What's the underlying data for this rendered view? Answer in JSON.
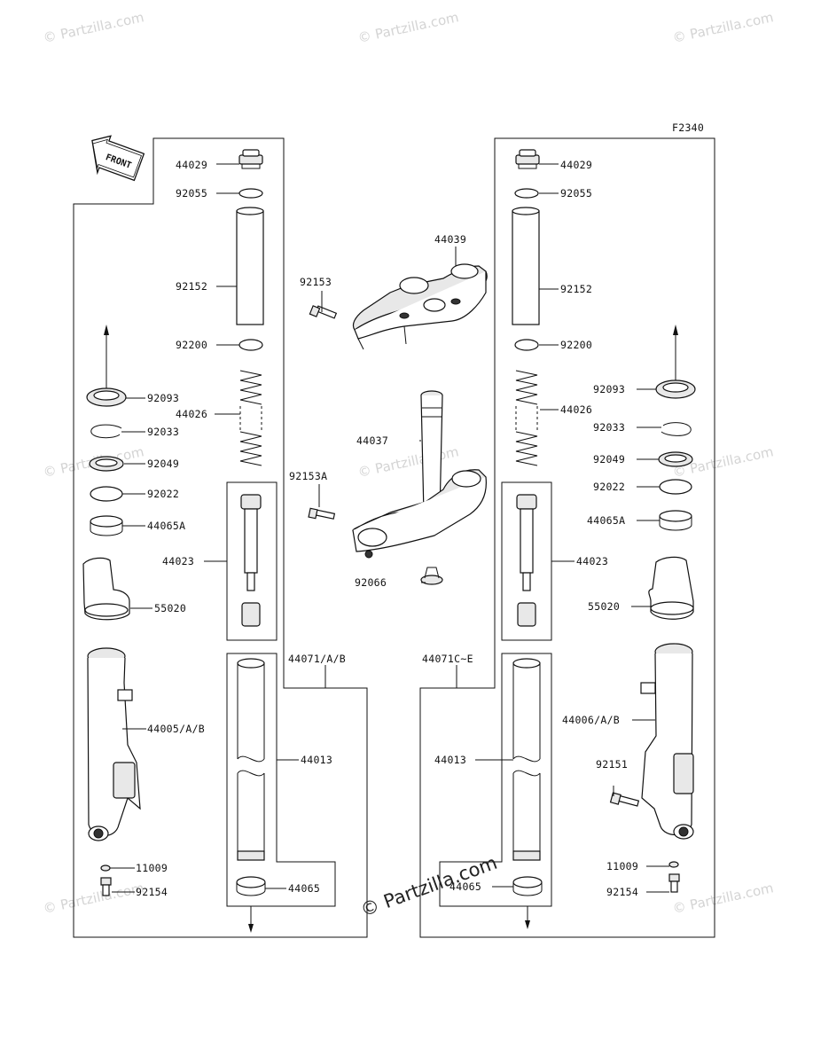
{
  "figure_code": "F2340",
  "front_label": "FRONT",
  "watermarks": [
    "© Partzilla.com",
    "© Partzilla.com",
    "© Partzilla.com",
    "© Partzilla.com",
    "© Partzilla.com",
    "© Partzilla.com",
    "© Partzilla.com",
    "© Partzilla.com"
  ],
  "center_watermark": "© Partzilla.com",
  "labels": {
    "l_44029": "44029",
    "l_92055": "92055",
    "l_92152": "92152",
    "l_92200": "92200",
    "l_92093": "92093",
    "l_44026": "44026",
    "l_92033": "92033",
    "l_92049": "92049",
    "l_92022": "92022",
    "l_44065A": "44065A",
    "l_44023": "44023",
    "l_55020": "55020",
    "l_44005": "44005/A/B",
    "l_11009": "11009",
    "l_92154": "92154",
    "l_44071": "44071/A/B",
    "l_44013": "44013",
    "l_44065": "44065",
    "c_92153": "92153",
    "c_44039": "44039",
    "c_44037": "44037",
    "c_92153A": "92153A",
    "c_92066": "92066",
    "r_44029": "44029",
    "r_92055": "92055",
    "r_92152": "92152",
    "r_92200": "92200",
    "r_92093": "92093",
    "r_44026": "44026",
    "r_92033": "92033",
    "r_92049": "92049",
    "r_92022": "92022",
    "r_44065A": "44065A",
    "r_44023": "44023",
    "r_55020": "55020",
    "r_44071C": "44071C~E",
    "r_44006": "44006/A/B",
    "r_92151": "92151",
    "r_44013": "44013",
    "r_11009": "11009",
    "r_92154": "92154",
    "r_44065": "44065"
  }
}
